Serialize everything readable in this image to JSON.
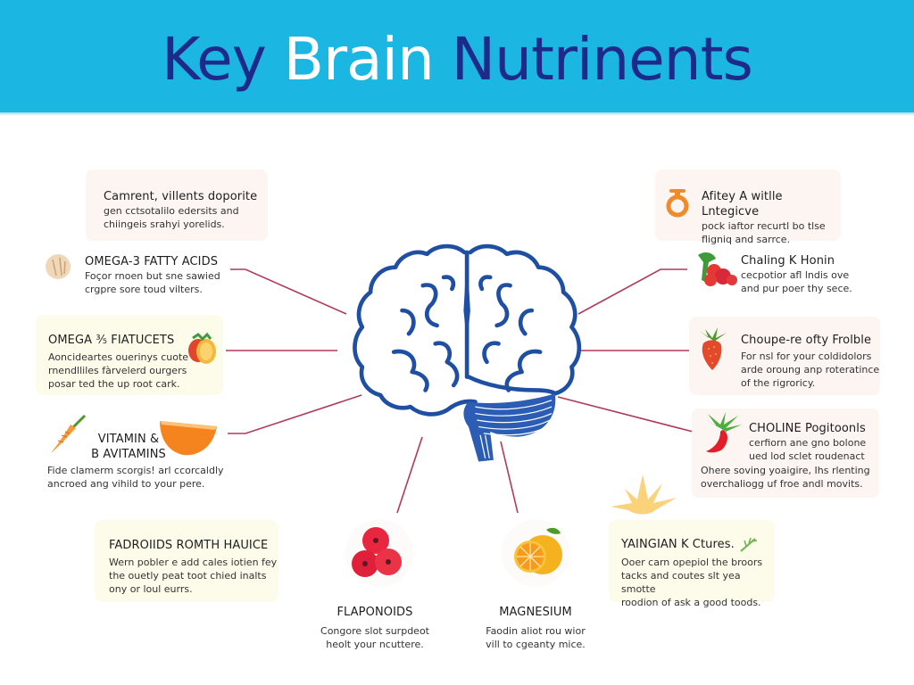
{
  "header": {
    "title_parts": [
      "Key",
      "Brain",
      "Nutrinents"
    ],
    "background": "#1bb6e2",
    "dark_color": "#1d2a8a",
    "light_color": "#ffffff"
  },
  "center": {
    "image": "brain-outline-icon",
    "stroke_color": "#1f4fa3",
    "connector_color": "#b03a5b"
  },
  "left_cards": [
    {
      "title": "Camrent, villents doporite",
      "body": [
        "gen cctsotalilo edersits and",
        "chiingeis srahyi yorelids."
      ],
      "icon": null
    },
    {
      "title": "OMEGA-3 FATTY ACIDS",
      "body": [
        "Foçor rnoen but sne sawied",
        "crgpre sore toud vilters."
      ],
      "icon": "nut-icon"
    },
    {
      "title": "OMEGA ⅗ FIATUCETS",
      "body": [
        "Aoncideartes ouerinys cuote",
        "rnendlliles fàrvelerd ourgers",
        "posar ted the up root cark."
      ],
      "icon": "tomato-lemon-icon"
    },
    {
      "title": "VITAMIN &",
      "title2": "B AVITAMINS",
      "body": [
        "Fide clamerm scorgis! arl ccorcaldly",
        "ancroed ang vihild to your pere."
      ],
      "icon": "carrot-icon",
      "icon2": "orange-slice-icon"
    },
    {
      "title": "FADROIIDS ROMTH HAUICE",
      "body": [
        "Wern pobler e add cales iotien fey",
        "the ouetly peat toot chied inalts",
        "ony or loul eurrs."
      ],
      "icon": null
    }
  ],
  "right_cards": [
    {
      "title": "Afitey A witlle Lntegicve",
      "body": [
        "pock iaftor recurtl bo tlse",
        "fligniq and sarrce."
      ],
      "icon": "ring-icon"
    },
    {
      "title": "Chaling K Honin",
      "body": [
        "cecpotior afl lndis ove",
        "and pur poer thy sece."
      ],
      "icon": "berries-leaves-icon"
    },
    {
      "title": "Choupe-re ofty Frolble",
      "body": [
        "For nsl for your coldidolors",
        "arde oroung anp roteratince",
        "of the rigroricy."
      ],
      "icon": "strawberry-icon"
    },
    {
      "title": "CHOLINE Pogitoonls",
      "body": [
        "cerfiorn ane gno bolone",
        "ued lod sclet roudenact"
      ],
      "body2": [
        "Ohere soving yoaigire, Ihs rlenting",
        "overchaliogg uf froe andl movits."
      ],
      "icon": "chili-leaves-icon"
    },
    {
      "title": "YAINGIAN K Ctures.",
      "body": [
        "Ooer carn opepiol the broors",
        "tacks and coutes slt yea smotte",
        "roodion of ask a good toods."
      ],
      "icon": "herb-sprig-icon",
      "decoration": "sun-burst-icon"
    }
  ],
  "bottom_items": [
    {
      "title": "FLAPONOIDS",
      "body": [
        "Congore slot surpdeot",
        "heolt your ncuttere."
      ],
      "icon": "red-berries-icon"
    },
    {
      "title": "MAGNESIUM",
      "body": [
        "Faodin aliot rou wior",
        "vill to cgeanty mice."
      ],
      "icon": "orange-fruit-icon"
    }
  ]
}
